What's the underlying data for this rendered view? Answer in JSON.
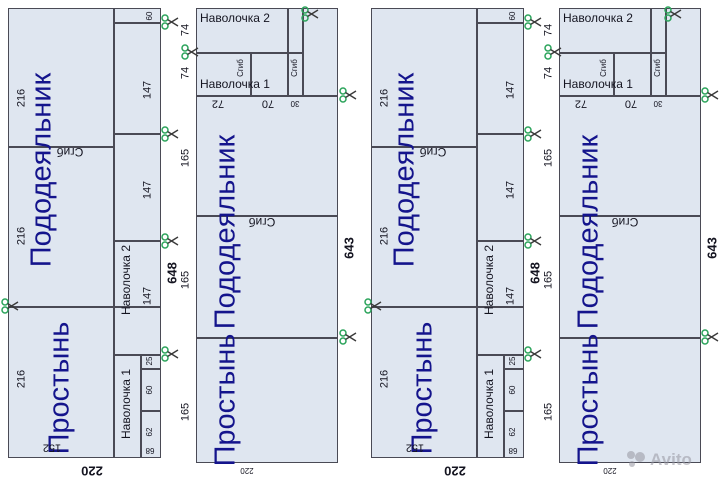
{
  "labels": {
    "podo": "Пододеяльник",
    "prost": "Простынь",
    "nav1": "Наволочка 1",
    "nav2": "Наволочка 2",
    "fold": "Сгиб",
    "fold_small": "Сгиб"
  },
  "dims": {
    "d216": "216",
    "d147": "147",
    "d152": "152",
    "d220": "220",
    "d60": "60",
    "d25": "25",
    "d62": "62",
    "d68": "68",
    "d648": "648",
    "d643": "643",
    "d74": "74",
    "d72": "72",
    "d70": "70",
    "d30": "30",
    "d165": "165"
  },
  "watermark": {
    "text": "Avito"
  },
  "colors": {
    "panel_fill": "#dfe6f0",
    "title_blue": "#14148c",
    "scissors_green": "#2aa35a"
  },
  "icons": [
    "scissors-icon",
    "avito-logo-icon"
  ]
}
